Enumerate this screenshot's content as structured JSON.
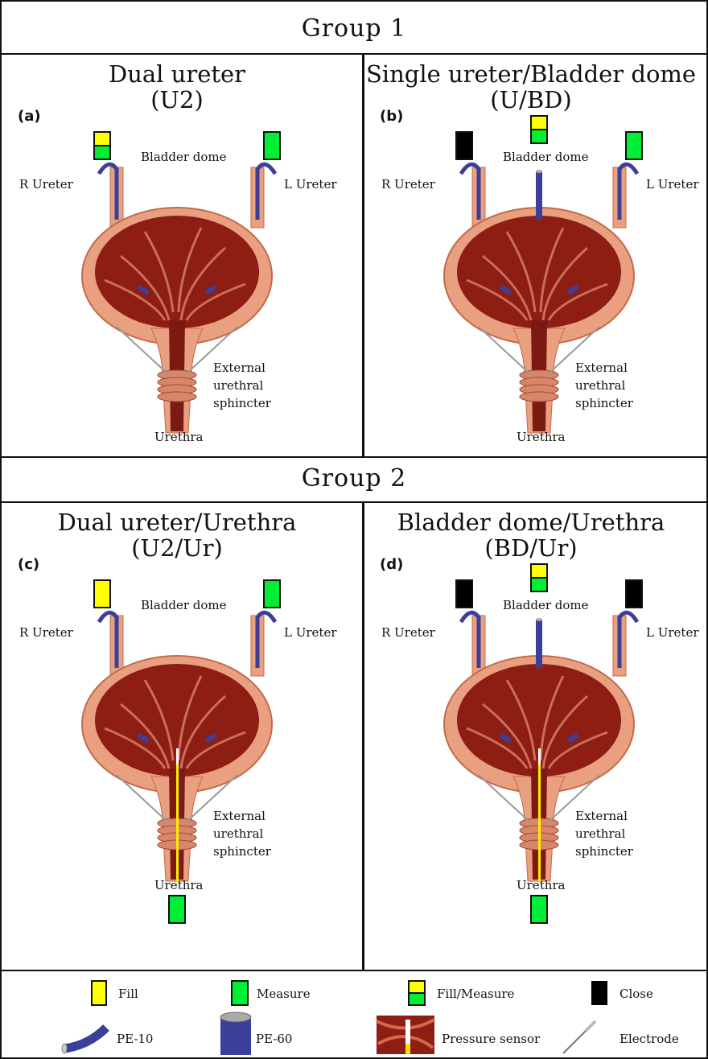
{
  "groups": [
    {
      "title": "Group 1"
    },
    {
      "title": "Group 2"
    }
  ],
  "panels": [
    {
      "id": "a",
      "label": "(a)",
      "title_line1": "Dual ureter",
      "title_line2": "(U2)",
      "left_port": "fill-measure",
      "center_port": "none",
      "right_port": "measure",
      "urethra_port": "none",
      "sensor": false
    },
    {
      "id": "b",
      "label": "(b)",
      "title_line1": "Single ureter/Bladder dome",
      "title_line2": "(U/BD)",
      "left_port": "close",
      "center_port": "fill-measure",
      "right_port": "measure",
      "urethra_port": "none",
      "sensor": false
    },
    {
      "id": "c",
      "label": "(c)",
      "title_line1": "Dual ureter/Urethra",
      "title_line2": "(U2/Ur)",
      "left_port": "fill",
      "center_port": "none",
      "right_port": "measure",
      "urethra_port": "measure",
      "sensor": true
    },
    {
      "id": "d",
      "label": "(d)",
      "title_line1": "Bladder dome/Urethra",
      "title_line2": "(BD/Ur)",
      "left_port": "close",
      "center_port": "fill-measure",
      "right_port": "close",
      "urethra_port": "measure",
      "sensor": true
    }
  ],
  "anatomy": {
    "r_ureter": "R Ureter",
    "l_ureter": "L Ureter",
    "bladder_dome": "Bladder dome",
    "sphincter_line1": "External",
    "sphincter_line2": "urethral",
    "sphincter_line3": "sphincter",
    "urethra": "Urethra"
  },
  "legend": {
    "fill": "Fill",
    "measure": "Measure",
    "fill_measure": "Fill/Measure",
    "close": "Close",
    "pe10": "PE-10",
    "pe60": "PE-60",
    "pressure_sensor": "Pressure sensor",
    "electrode": "Electrode"
  },
  "colors": {
    "fill": "#ffff00",
    "measure": "#00ee33",
    "close": "#000000",
    "tube": "#3b3f9a",
    "bladder_wall": "#e8a080",
    "bladder_inner": "#8e1d14"
  }
}
